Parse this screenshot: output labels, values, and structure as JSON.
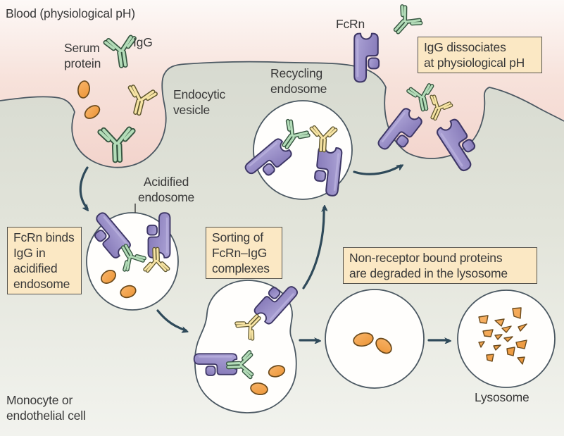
{
  "labels": {
    "blood": "Blood (physiological pH)",
    "serum_protein": "Serum\nprotein",
    "igg": "IgG",
    "endocytic_vesicle": "Endocytic\nvesicle",
    "recycling_endosome": "Recycling\nendosome",
    "fcrn": "FcRn",
    "acidified_endosome": "Acidified\nendosome",
    "lysosome": "Lysosome",
    "cell_type": "Monocyte or\nendothelial cell"
  },
  "callouts": {
    "fcrn_binds": "FcRn binds\nIgG in\nacidified\nendosome",
    "sorting": "Sorting of\nFcRn–IgG\ncomplexes",
    "igg_dissociates": "IgG dissociates\nat physiological pH",
    "degraded": "Non-receptor bound proteins\nare degraded in the lysosome"
  },
  "colors": {
    "blood_top": "#fdf9f7",
    "blood_deep": "#efcac2",
    "cell_top": "#d7dad0",
    "cell_bottom": "#f2f3ee",
    "membrane": "#4b5862",
    "endosome_fill": "#fffefc",
    "arrow": "#2f4a5a",
    "receptor_fill": "#8f84c0",
    "receptor_outline": "#3e3766",
    "receptor_highlight": "#bab1dd",
    "igg_green": "#b3dcb8",
    "igg_green_dark": "#35543f",
    "igg_yellow": "#f7e4a4",
    "igg_yellow_dark": "#5e562f",
    "protein_orange": "#f4a24b",
    "protein_orange_dark": "#6b4a1c",
    "box_fill": "#fbe8c4",
    "box_border": "#55534d",
    "text": "#393939"
  }
}
